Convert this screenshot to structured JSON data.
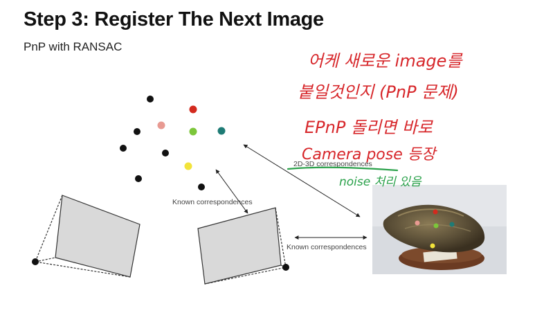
{
  "title": "Step 3: Register The Next Image",
  "subtitle": "PnP with RANSAC",
  "labels": {
    "correspondence_2d3d": "2D-3D correspondences",
    "known_left": "Known correspondences",
    "known_right": "Known correspondences"
  },
  "handwritten_notes": {
    "line1": "어케 새로운 image를",
    "line2": "붙일것인지 (PnP 문제)",
    "line3": "EPnP 돌리면 바로",
    "line4": "Camera pose 등장",
    "line5": "noise 처리 있음"
  },
  "colors": {
    "point_black": "#111111",
    "point_red": "#d32a1e",
    "point_pink": "#e89a92",
    "point_green": "#7cc63a",
    "point_teal": "#1e7b75",
    "point_yellow": "#f2e33a",
    "plane_fill": "#d9d9d9",
    "ink_red": "#d7262a",
    "ink_green": "#2aa14a"
  },
  "photo": {
    "subject": "shell specimen on wooden stand"
  }
}
